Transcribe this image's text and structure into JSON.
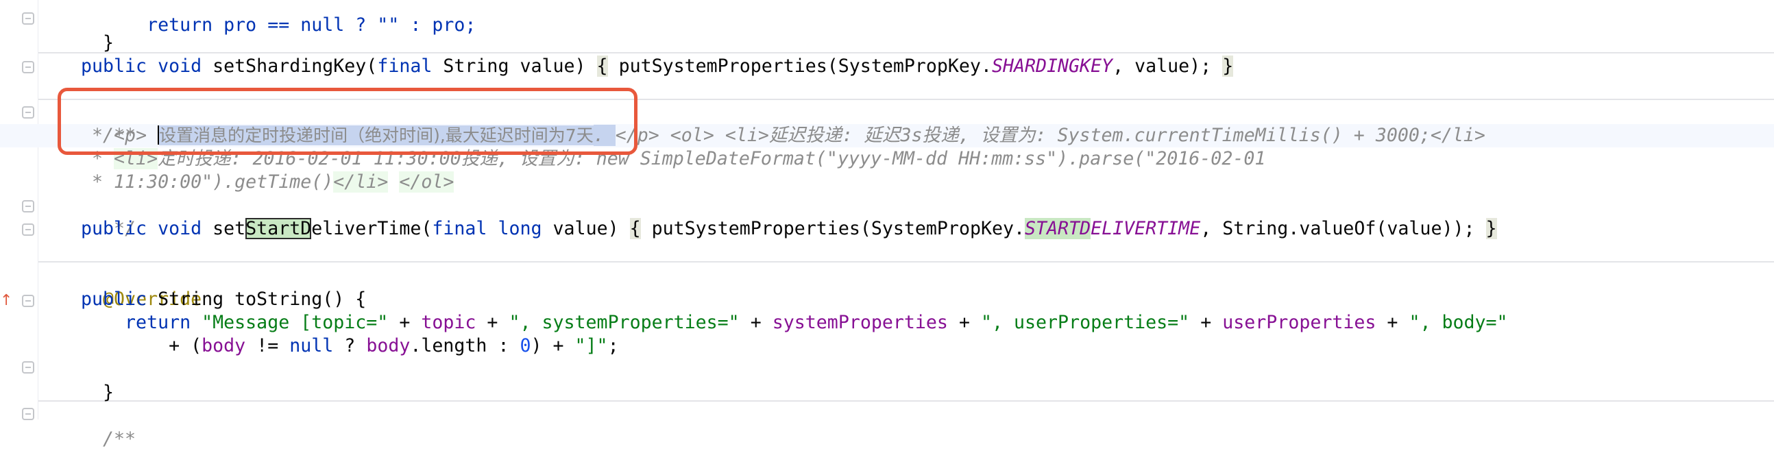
{
  "editor": {
    "lines": {
      "l0": [
        "    return pro == null ? \"\" : pro;"
      ],
      "l1": "}",
      "l2": {
        "a": "public ",
        "b": "void ",
        "c": "setShardingKey(",
        "d": "final ",
        "e": "String value) ",
        "f": "{",
        "g": " putSystemProperties(SystemPropKey.",
        "h": "SHARDINGKEY",
        "i": ", value); ",
        "j": "}"
      },
      "l3": "/**",
      "l4": {
        "a": " * ",
        "b": "<p> ",
        "c": "设置消息的定时投递时间（绝对时间),最大延迟时间为7天",
        "d": ". ",
        "e": "</p> <ol> <li>",
        "f": "延迟投递: 延迟3s投递, 设置为: System.currentTimeMillis() + 3000;",
        "g": "</li>"
      },
      "l5": {
        "a": " * ",
        "b": "<li>",
        "c": "定时投递: 2016-02-01 11:30:00投递, 设置为: new SimpleDateFormat(\"yyyy-MM-dd HH:mm:ss\").parse(\"2016-02-01"
      },
      "l6": {
        "a": " * 11:30:00\").getTime()",
        "b": "</li>",
        "c": " ",
        "d": "</ol>"
      },
      "l7": " */",
      "l8": {
        "a": "public ",
        "b": "void ",
        "c": "set",
        "d": "StartD",
        "e": "eliverTime(",
        "f": "final ",
        "g": "long ",
        "h": "value) ",
        "i": "{",
        "j": " putSystemProperties(SystemPropKey.",
        "k": "STARTD",
        "l": "ELIVERTIME",
        "m": ", String.",
        "n": "valueOf(value)); ",
        "o": "}"
      },
      "l9": "@Override",
      "l10": {
        "a": "public ",
        "b": "String toString() {"
      },
      "l11": {
        "a": "    return ",
        "b": "\"Message [topic=\"",
        "c": " + ",
        "d": "topic",
        "e": " + ",
        "f": "\", systemProperties=\"",
        "g": " + ",
        "h": "systemProperties",
        "i": " + ",
        "j": "\", userProperties=\"",
        "k": " + ",
        "l": "userProperties",
        "m": " + ",
        "n": "\", body=\""
      },
      "l12": {
        "a": "        + (",
        "b": "body",
        "c": " != ",
        "d": "null",
        "e": " ? ",
        "f": "body",
        "g": ".length : ",
        "h": "0",
        "i": ") + ",
        "j": "\"]\"",
        "k": ";"
      },
      "l13": "}",
      "l14": "/**"
    }
  },
  "colors": {
    "keyword": "#0033b3",
    "field": "#871094",
    "string": "#067d17",
    "number": "#1750eb",
    "annotation": "#9e880d",
    "comment": "#8c8c8c",
    "callout_border": "#e8583c"
  },
  "icons": [
    "fold-icon",
    "override-arrow-icon"
  ]
}
